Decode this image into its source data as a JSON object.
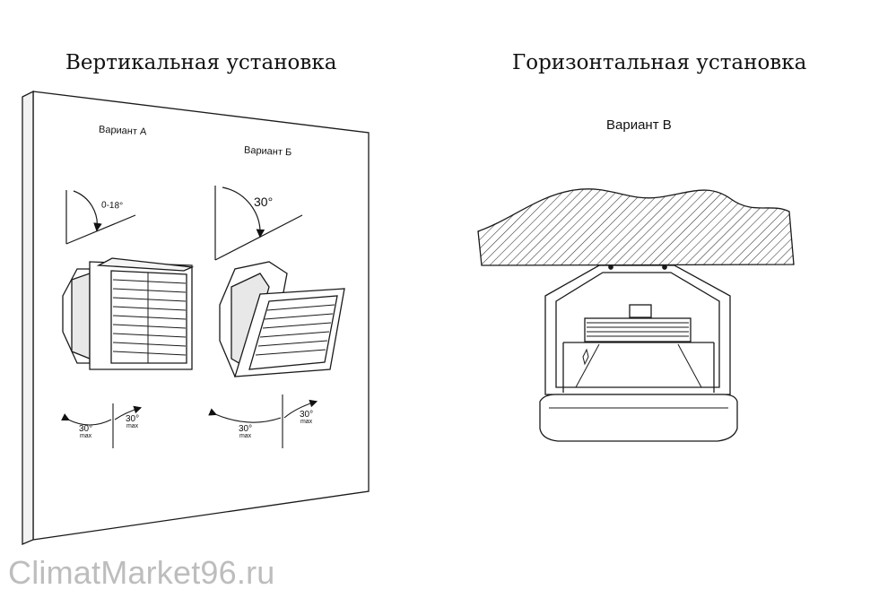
{
  "titles": {
    "vertical": "Вертикальная установка",
    "horizontal": "Горизонтальная установка"
  },
  "variants": {
    "a": "Вариант А",
    "b": "Вариант Б",
    "v": "Вариант В"
  },
  "angles": {
    "a_tilt": "0-18°",
    "b_tilt": "30°",
    "rotate_value": "30°",
    "rotate_unit": "max"
  },
  "watermark": "ClimatMarket96.ru",
  "colors": {
    "line": "#1a1a1a",
    "wall_fill": "#ffffff",
    "ceiling_hatch": "#333333",
    "watermark": "#bdbdbd"
  }
}
